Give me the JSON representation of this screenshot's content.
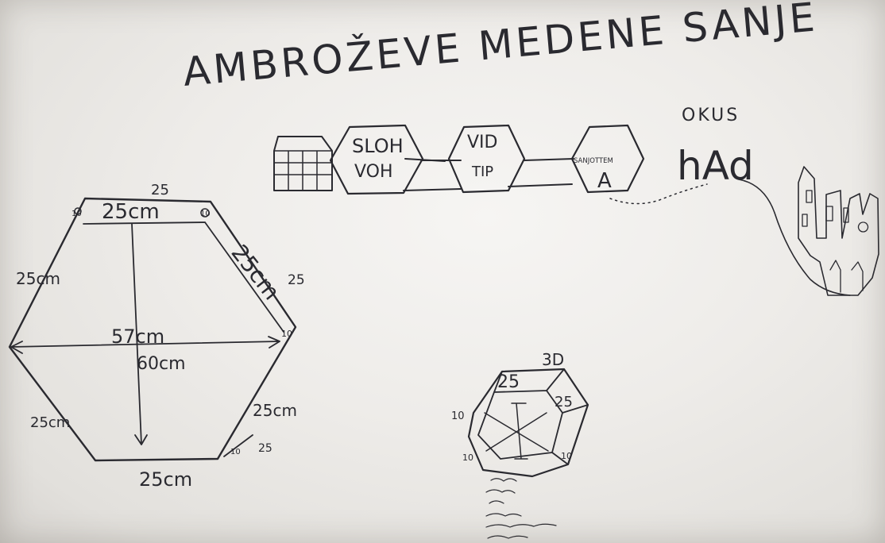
{
  "board": {
    "title": "AMBROŽEVE MEDENE SANJE",
    "ink_color": "#2a2a30",
    "surface_color": "#f1f0ee"
  },
  "flow": {
    "hex1": {
      "line1": "SLOH",
      "line2": "VOH"
    },
    "hex2": {
      "line1": "VID",
      "line2": "TIP"
    },
    "hex3": {
      "label": "SANJOTTEM",
      "glyph": "A"
    },
    "taste_label": "OKUS",
    "taste_mark": "hAd"
  },
  "big_hexagon": {
    "top_note": "25",
    "top_inner": "25cm",
    "top_right": "25cm",
    "top_right_outer": "25",
    "left_upper": "25cm",
    "width": "57cm",
    "height": "60cm",
    "left_lower": "25cm",
    "right_lower": "25cm",
    "bottom": "25cm",
    "corner_small": "10",
    "corner_small2": "10",
    "corner_right": "10",
    "corner_bottom_right": "10",
    "bottom_right_note": "25"
  },
  "small_hexagon": {
    "label_3d": "3D",
    "top": "25",
    "right": "25",
    "left_note": "10",
    "left_lower_note": "10",
    "right_lower_note": "10"
  }
}
